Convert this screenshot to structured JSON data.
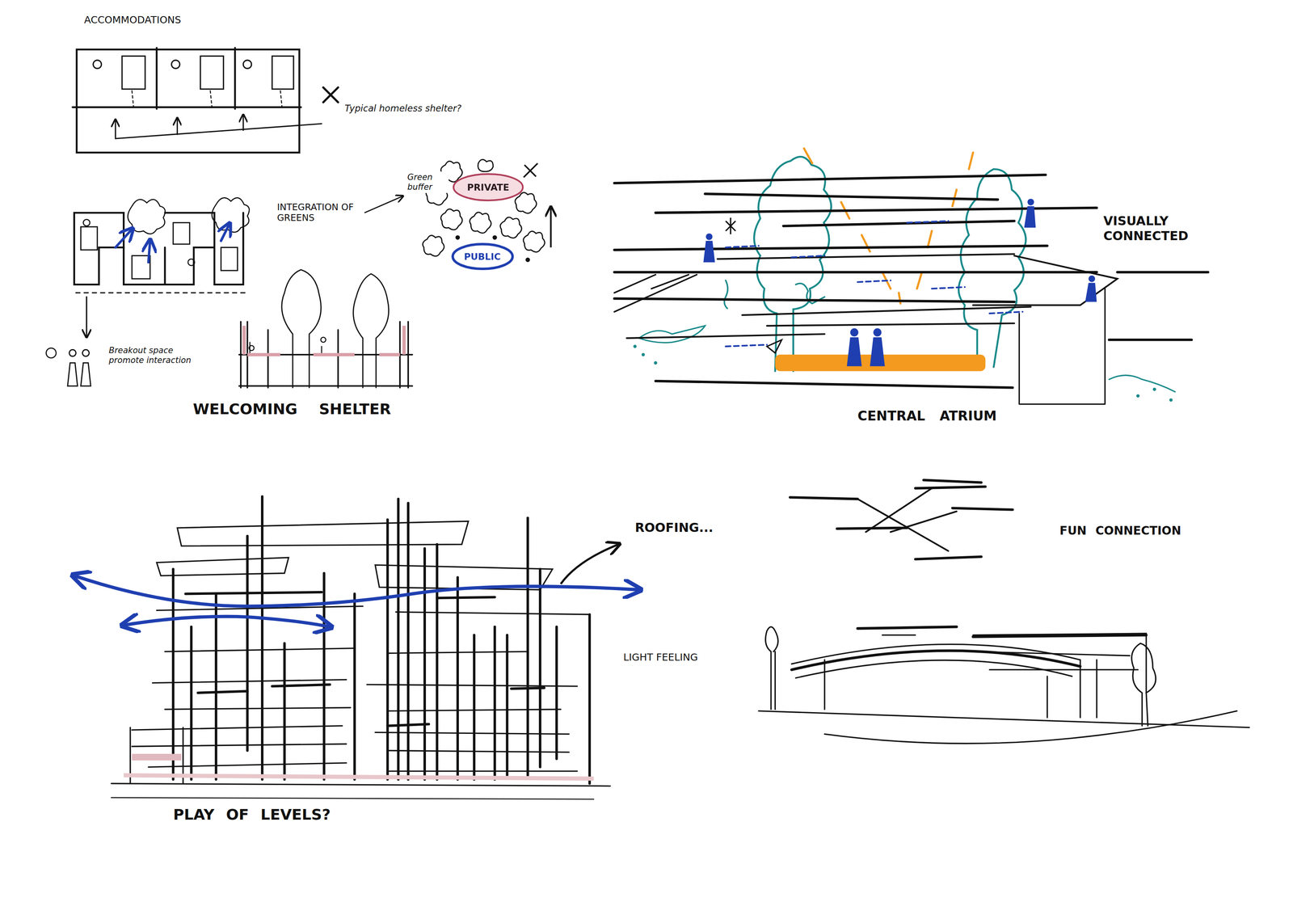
{
  "diagram": {
    "nodes": [
      {
        "text": [
          "PRIVATE"
        ]
      },
      {
        "text": [
          "PUBLIC"
        ]
      }
    ],
    "labels": [
      "ACCOMMODATIONS",
      "Typical homeless shelter?",
      "INTEGRATION OF GREENS",
      "Green buffer",
      "Breakout space promote interaction",
      "WELCOMING SHELTER",
      "VISUALLY CONNECTED",
      "CENTRAL ATRIUM",
      "ROOFING...",
      "FUN CONNECTION",
      "LIGHT FEELING",
      "PLAY OF LEVELS?"
    ]
  }
}
